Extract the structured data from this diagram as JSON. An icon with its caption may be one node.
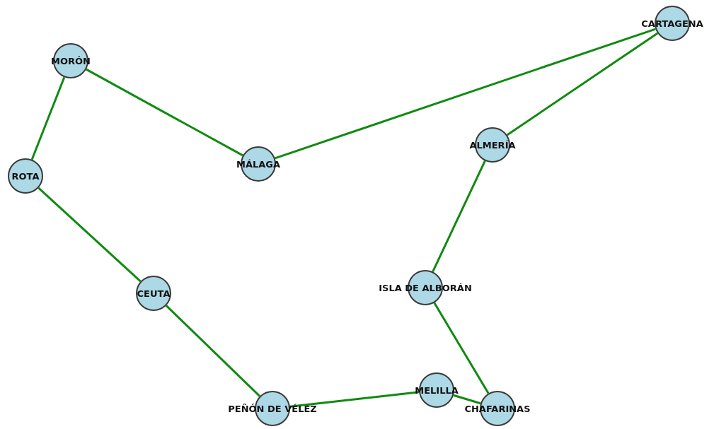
{
  "diagram": {
    "nodes": [
      {
        "text": [
          "CARTAGENA"
        ]
      },
      {
        "text": [
          "MORÓN"
        ]
      },
      {
        "text": [
          "ALMERÍA"
        ]
      },
      {
        "text": [
          "MÁLAGA"
        ]
      },
      {
        "text": [
          "ROTA"
        ]
      },
      {
        "text": [
          "ISLA DE ALBORÁN"
        ]
      },
      {
        "text": [
          "CEUTA"
        ]
      },
      {
        "text": [
          "MELILLA"
        ]
      },
      {
        "text": [
          "PEÑÓN DE VÉLEZ"
        ]
      },
      {
        "text": [
          "CHAFARINAS"
        ]
      }
    ],
    "edges": [
      {
        "from": 1,
        "to": 4,
        "arrow": "none"
      },
      {
        "from": 1,
        "to": 3,
        "arrow": "none"
      },
      {
        "from": 3,
        "to": 0,
        "arrow": "none"
      },
      {
        "from": 0,
        "to": 2,
        "arrow": "none"
      },
      {
        "from": 2,
        "to": 5,
        "arrow": "none"
      },
      {
        "from": 5,
        "to": 9,
        "arrow": "none"
      },
      {
        "from": 9,
        "to": 7,
        "arrow": "none"
      },
      {
        "from": 7,
        "to": 8,
        "arrow": "none"
      },
      {
        "from": 8,
        "to": 6,
        "arrow": "none"
      },
      {
        "from": 6,
        "to": 4,
        "arrow": "none"
      }
    ]
  }
}
